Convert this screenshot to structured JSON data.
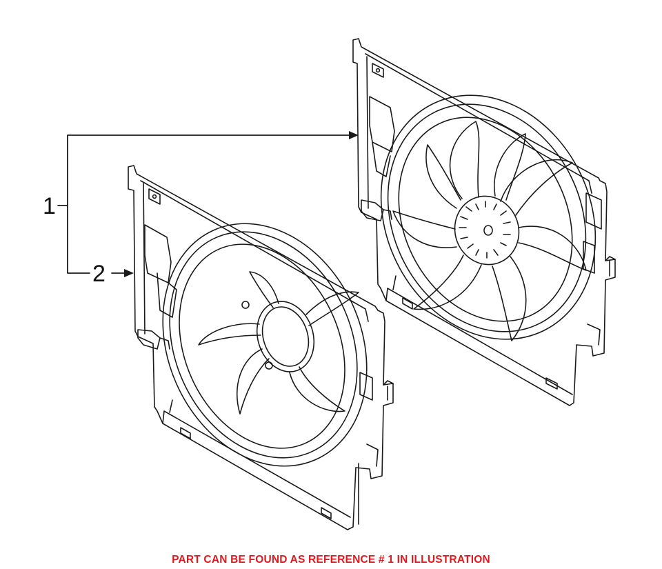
{
  "callouts": {
    "ref_1": "1",
    "ref_2": "2"
  },
  "caption": {
    "text": "PART CAN BE FOUND AS REFERENCE # 1 IN ILLUSTRATION",
    "color": "#e0191f"
  },
  "parts": [
    {
      "ref": "1",
      "name": "fan-assembly-with-motor"
    },
    {
      "ref": "2",
      "name": "fan-shroud"
    }
  ],
  "line_color": "#1a1a1a"
}
